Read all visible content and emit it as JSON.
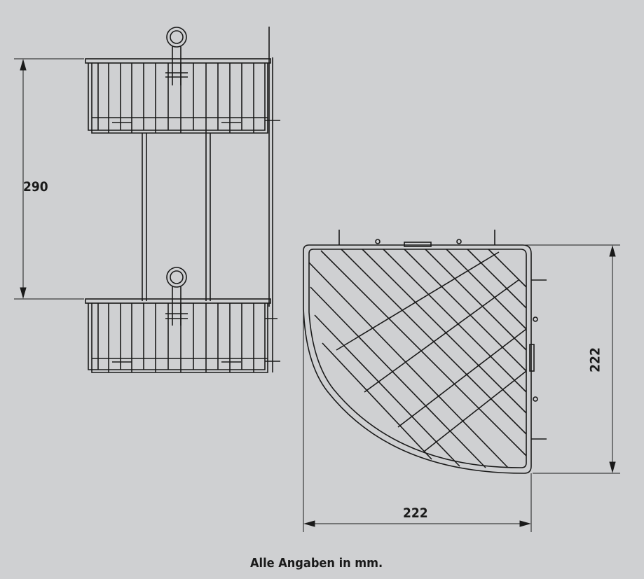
{
  "dimensions": {
    "height": "290",
    "width": "222",
    "depth": "222"
  },
  "note": "Alle Angaben in mm.",
  "colors": {
    "background": "#cfd0d2",
    "line": "#1a1a1a"
  }
}
